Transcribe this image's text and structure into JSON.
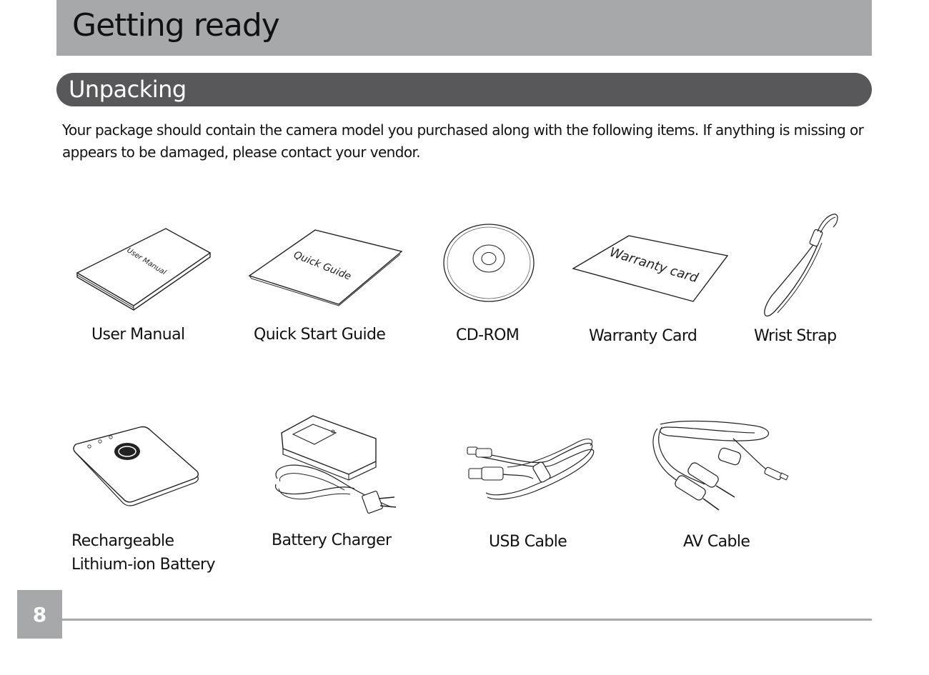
{
  "header": {
    "title": "Getting ready"
  },
  "section": {
    "title": "Unpacking"
  },
  "intro": "Your package should contain the camera model you purchased along with the following items. If anything is missing or appears to be damaged, please contact your vendor.",
  "items": {
    "user_manual": {
      "label": "User Manual",
      "cover_text": "User Manual",
      "icon": "user-manual-icon"
    },
    "quick_guide": {
      "label": "Quick Start Guide",
      "cover_text": "Quick Guide",
      "icon": "quick-guide-icon"
    },
    "cd_rom": {
      "label": "CD-ROM",
      "icon": "cd-rom-icon"
    },
    "warranty": {
      "label": "Warranty Card",
      "cover_text": "Warranty card",
      "icon": "warranty-card-icon"
    },
    "wrist_strap": {
      "label": "Wrist Strap",
      "icon": "wrist-strap-icon"
    },
    "battery": {
      "label_line1": "Rechargeable",
      "label_line2": "Lithium-ion Battery",
      "icon": "battery-icon"
    },
    "charger": {
      "label": "Battery Charger",
      "icon": "battery-charger-icon"
    },
    "usb": {
      "label": "USB Cable",
      "icon": "usb-cable-icon"
    },
    "av": {
      "label": "AV Cable",
      "icon": "av-cable-icon"
    }
  },
  "footer": {
    "page_number": "8"
  }
}
